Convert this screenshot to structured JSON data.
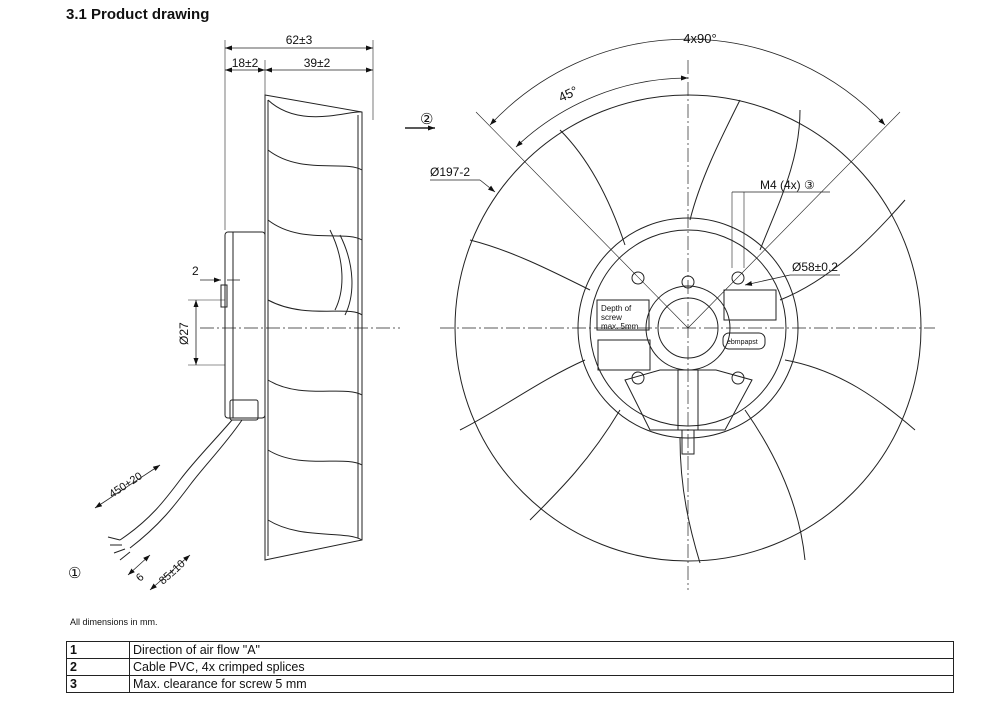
{
  "section_title": "3.1 Product drawing",
  "side_view": {
    "overall_length": "62±3",
    "left_length": "18±2",
    "right_length": "39±2",
    "hub_step": "2",
    "hub_diameter": "Ø27",
    "cable_length": "450+20",
    "strip_length": "6",
    "lead_length": "85±10",
    "callout": "①"
  },
  "front_view": {
    "flow_callout": "②",
    "angle_total": "4x90°",
    "angle_half": "45°",
    "outer_diameter": "Ø197-2",
    "screw_label": "M4 (4x) ③",
    "bolt_circle": "Ø58±0.2",
    "depth_note": [
      "Depth of",
      "screw",
      "max. 5mm"
    ],
    "brand": "ebmpapst"
  },
  "dimensions_note": "All dimensions in mm.",
  "legend": [
    {
      "num": "1",
      "text": "Direction of air flow \"A\""
    },
    {
      "num": "2",
      "text": "Cable PVC, 4x crimped splices"
    },
    {
      "num": "3",
      "text": "Max. clearance for screw 5 mm"
    }
  ]
}
